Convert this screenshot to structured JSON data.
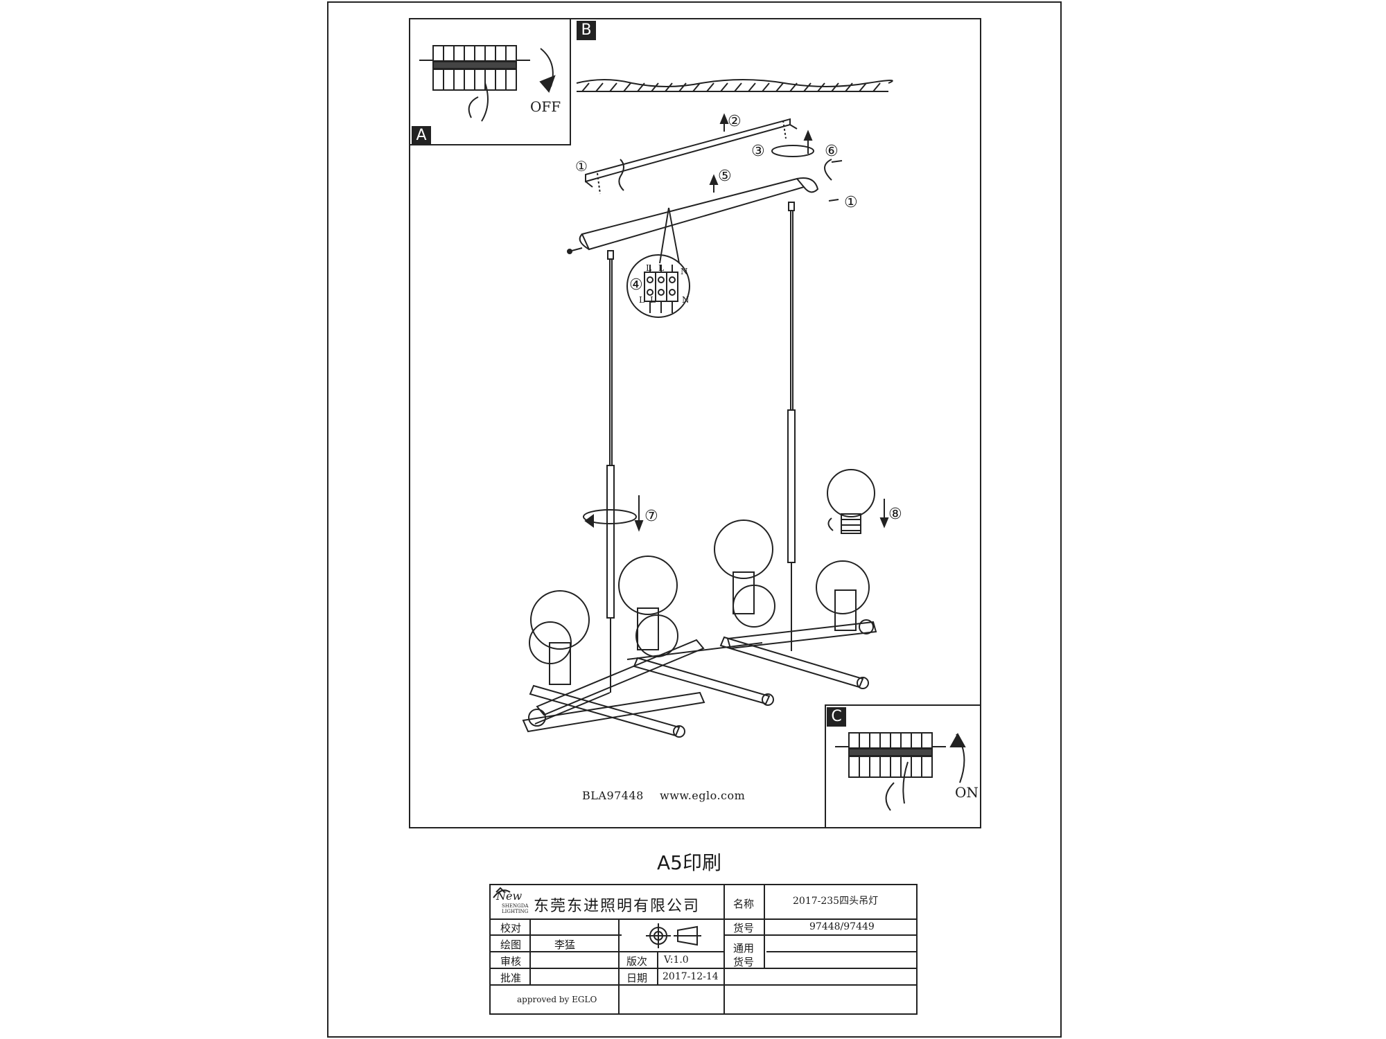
{
  "insets": {
    "a_tag": "A",
    "b_tag": "B",
    "c_tag": "C",
    "b_state": "OFF",
    "c_state": "ON"
  },
  "steps": [
    "①",
    "②",
    "③",
    "④",
    "⑤",
    "⑥",
    "⑦",
    "⑧"
  ],
  "terminal_labels": {
    "top": [
      "L",
      "L",
      "N"
    ],
    "bottom": [
      "L",
      "L",
      "N"
    ]
  },
  "footer": {
    "model_code": "BLA97448",
    "website": "www.eglo.com"
  },
  "print_label": "A5印刷",
  "title_block": {
    "logo_text": "New",
    "logo_sub1": "SHENGDA",
    "logo_sub2": "LIGHTING",
    "company": "东莞东进照明有限公司",
    "name_label": "名称",
    "name_value": "2017-235四头吊灯",
    "item_label": "货号",
    "item_value": "97448/97449",
    "common_label_1": "通用",
    "common_label_2": "货号",
    "check_label": "校对",
    "draw_label": "绘图",
    "draw_value": "李猛",
    "review_label": "审核",
    "approve_label": "批准",
    "version_label": "版次",
    "version_value": "V:1.0",
    "date_label": "日期",
    "date_value": "2017-12-14",
    "approved_by": "approved by EGLO"
  }
}
